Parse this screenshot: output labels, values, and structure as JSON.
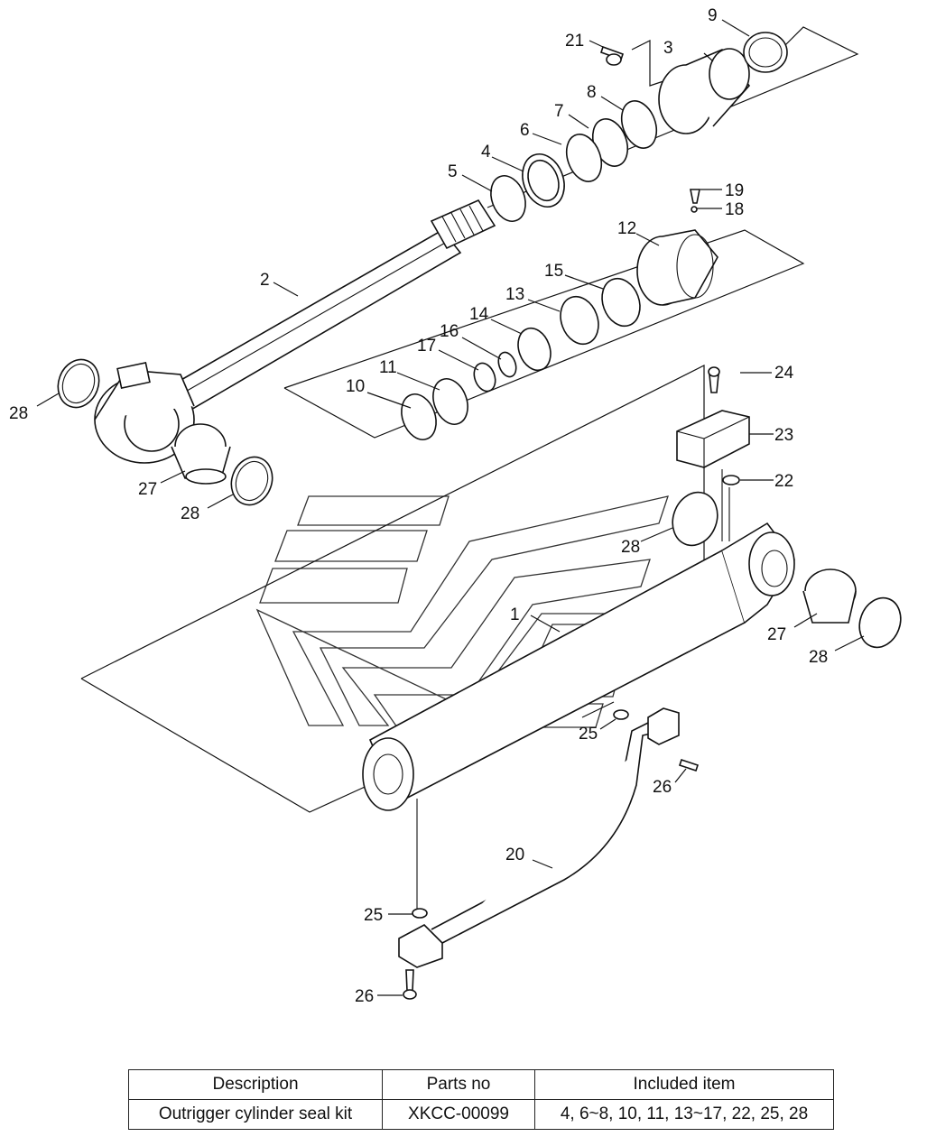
{
  "callouts": [
    "1",
    "2",
    "3",
    "4",
    "5",
    "6",
    "7",
    "8",
    "9",
    "10",
    "11",
    "12",
    "13",
    "14",
    "15",
    "16",
    "17",
    "18",
    "19",
    "20",
    "21",
    "22",
    "23",
    "24",
    "25",
    "25",
    "26",
    "26",
    "27",
    "27",
    "28",
    "28",
    "28",
    "28"
  ],
  "table": {
    "headers": [
      "Description",
      "Parts no",
      "Included item"
    ],
    "rows": [
      [
        "Outrigger cylinder seal kit",
        "XKCC-00099",
        "4, 6~8, 10, 11, 13~17, 22, 25, 28"
      ]
    ]
  }
}
